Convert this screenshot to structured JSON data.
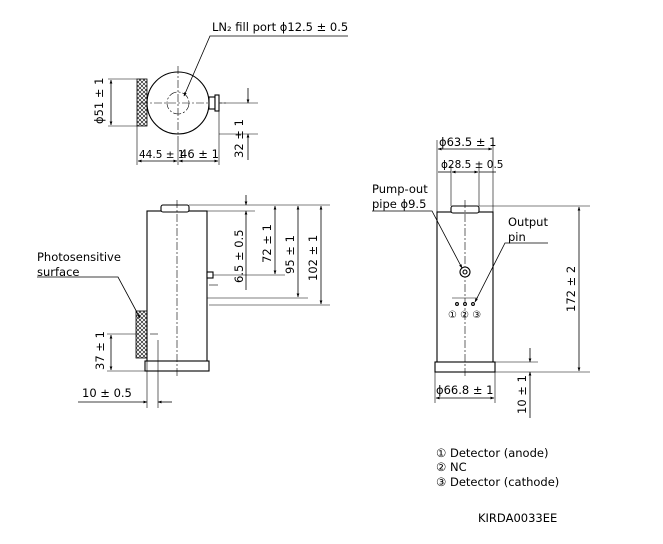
{
  "top_view": {
    "fill_port_label": "LN₂ fill port ϕ12.5 ± 0.5",
    "dia_51": "ϕ51 ± 1",
    "dim_44_5": "44.5 ± 1",
    "dim_46": "46 ± 1",
    "dim_32": "32 ± 1"
  },
  "side_view": {
    "photosensitive_label_1": "Photosensitive",
    "photosensitive_label_2": "surface",
    "dim_6_5": "6.5 ± 0.5",
    "dim_72": "72 ± 1",
    "dim_95": "95 ± 1",
    "dim_102": "102 ± 1",
    "dim_37": "37 ± 1",
    "dim_10_0_5": "10 ± 0.5"
  },
  "front_view": {
    "dia_63_5": "ϕ63.5 ± 1",
    "dia_28_5": "ϕ28.5 ± 0.5",
    "pump_label_1": "Pump-out",
    "pump_label_2": "pipe ϕ9.5",
    "output_label_1": "Output",
    "output_label_2": "pin",
    "pin_numbers": "① ② ③",
    "dim_172": "172 ± 2",
    "dia_66_8": "ϕ66.8 ± 1",
    "dim_10": "10 ± 1"
  },
  "legend": {
    "item1": "① Detector (anode)",
    "item2": "② NC",
    "item3": "③ Detector (cathode)"
  },
  "figure_code": "KIRDA0033EE"
}
